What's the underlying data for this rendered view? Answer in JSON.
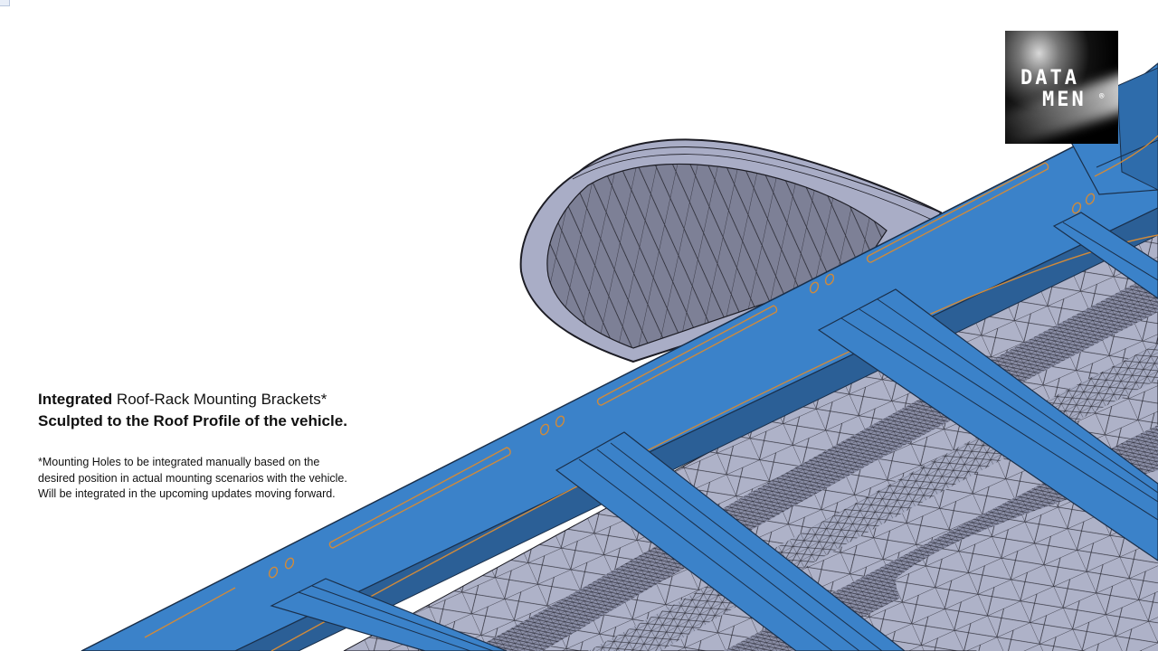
{
  "caption": {
    "line1_bold": "Integrated",
    "line1_rest": " Roof-Rack Mounting Brackets*",
    "line2": "Sculpted to the Roof Profile of the vehicle."
  },
  "note": {
    "line1": " *Mounting Holes to be integrated manually based on the",
    "line2": "desired position in actual mounting scenarios with the vehicle.",
    "line3": "Will be integrated in the upcoming updates moving forward."
  },
  "logo": {
    "line1": "DATA",
    "line2": "MEN",
    "registered": "®"
  },
  "colors": {
    "bracket_blue": "#3b82c9",
    "bracket_dark": "#2b5f96",
    "mesh_fill": "#a3a8bf",
    "mesh_line": "#1f1f28",
    "hole_outline": "#d08a3a"
  }
}
